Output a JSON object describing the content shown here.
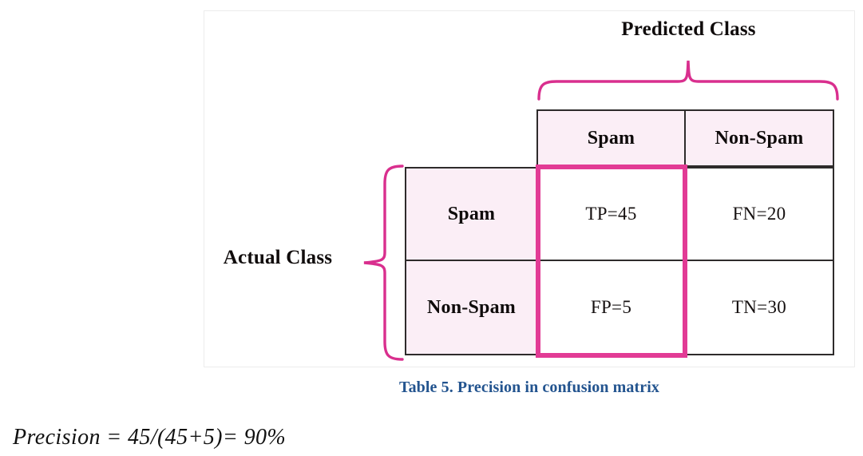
{
  "figure": {
    "predicted_axis_label": "Predicted Class",
    "actual_axis_label": "Actual Class",
    "caption": "Table 5. Precision in confusion matrix",
    "formula": "Precision = 45/(45+5)= 90%"
  },
  "colors": {
    "brace_pink": "#d92f8e",
    "highlight_pink": "#e23b95",
    "header_fill": "#fbeef6",
    "grid_line": "#2e2b2b",
    "caption_blue": "#23548f",
    "card_border": "#ececec"
  },
  "chart_data": {
    "type": "table",
    "title": "Table 5. Precision in confusion matrix",
    "xlabel": "Predicted Class",
    "ylabel": "Actual Class",
    "corner_label": "",
    "column_headers": [
      "Spam",
      "Non-Spam"
    ],
    "row_headers": [
      "Spam",
      "Non-Spam"
    ],
    "cells": [
      [
        "TP=45",
        "FN=20"
      ],
      [
        "FP=5",
        "TN=30"
      ]
    ],
    "values": [
      [
        45,
        20
      ],
      [
        5,
        30
      ]
    ],
    "cell_keys": [
      [
        "TP",
        "FN"
      ],
      [
        "FP",
        "TN"
      ]
    ],
    "highlight": {
      "label": "precision-column-highlight",
      "cells": [
        "TP=45",
        "FP=5"
      ],
      "column": "Spam",
      "color": "#e23b95"
    },
    "annotation": "Precision = 45/(45+5)= 90%",
    "metric": {
      "name": "Precision",
      "numerator": 45,
      "denominator": 50,
      "result_percent": 90
    }
  }
}
